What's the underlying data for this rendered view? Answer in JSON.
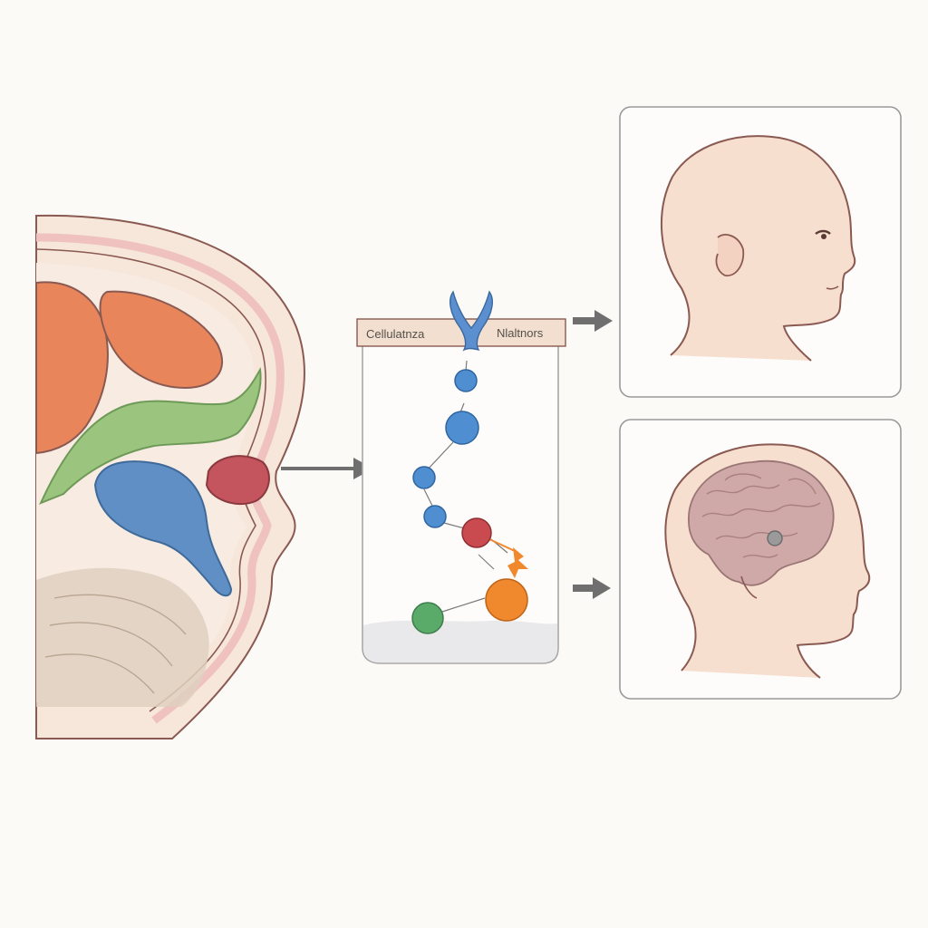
{
  "colors": {
    "background": "#fbfaf6",
    "tissue_light": "#f7e6da",
    "tissue_pink": "#efc2c0",
    "outline": "#8a5a52",
    "organ_orange": "#e8855a",
    "organ_green": "#9bc57e",
    "organ_blue": "#5f8fc4",
    "organ_red": "#c4545d",
    "arrow_gray": "#6f6f6f",
    "banner_fill": "#f2dfcf",
    "molecule_blue": "#4f8fd1",
    "molecule_red": "#c94a4f",
    "molecule_orange": "#f0882e",
    "molecule_green": "#5aaa6a",
    "panel_border": "#9a9a9a",
    "skin": "#f7dfd0",
    "brain": "#cfa8a8"
  },
  "anatomy": {
    "name": "head-cross-section",
    "organs": [
      "orange-organ",
      "upper-orange-organ",
      "green-organ",
      "blue-organ",
      "red-gland",
      "base-tissue"
    ]
  },
  "vial": {
    "banner_left_text": "Cellulatnza",
    "banner_right_text": "Nlaltnors",
    "receptor_icon": "receptor-icon",
    "molecules": [
      {
        "color": "blue",
        "size": "small"
      },
      {
        "color": "blue",
        "size": "large"
      },
      {
        "color": "blue",
        "size": "small"
      },
      {
        "color": "blue",
        "size": "small"
      },
      {
        "color": "red",
        "size": "medium"
      },
      {
        "color": "orange",
        "size": "large"
      },
      {
        "color": "green",
        "size": "medium"
      }
    ]
  },
  "panels": [
    {
      "name": "child-head-profile",
      "icon": "head-profile-icon"
    },
    {
      "name": "brain-head-profile",
      "icon": "brain-head-icon"
    }
  ]
}
